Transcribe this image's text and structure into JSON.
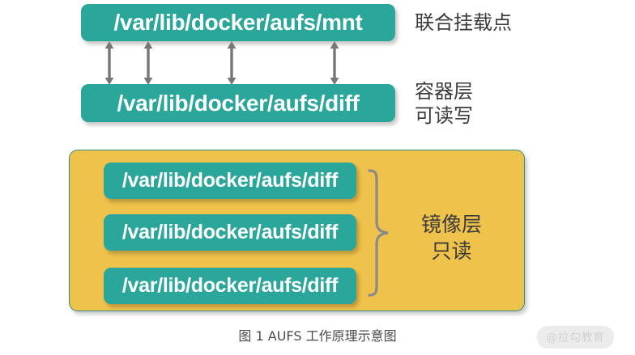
{
  "diagram": {
    "caption": "图 1 AUFS 工作原理示意图",
    "watermark": "@拉勾教育",
    "colors": {
      "box_fill": "#2aa69a",
      "box_text": "#ffffff",
      "image_layer_fill": "#efc24b",
      "image_layer_border": "#2f8f86",
      "arrow": "#777777",
      "brace": "#8a8a8a",
      "annotation_text": "#3c3c3c",
      "caption_text": "#4a4a4a",
      "watermark_bg": "#ececec",
      "watermark_text": "#d2d2d2",
      "background": "#ffffff"
    },
    "mount_box": {
      "label": "/var/lib/docker/aufs/mnt",
      "annotation": "联合挂载点"
    },
    "container_box": {
      "label": "/var/lib/docker/aufs/diff",
      "annotation": "容器层\n可读写"
    },
    "image_layers": {
      "annotation": "镜像层\n只读",
      "boxes": [
        {
          "label": "/var/lib/docker/aufs/diff"
        },
        {
          "label": "/var/lib/docker/aufs/diff"
        },
        {
          "label": "/var/lib/docker/aufs/diff"
        }
      ]
    },
    "arrows": {
      "count": 4,
      "style": "double-headed-vertical",
      "positions_x": [
        128,
        176,
        279,
        406
      ]
    }
  }
}
